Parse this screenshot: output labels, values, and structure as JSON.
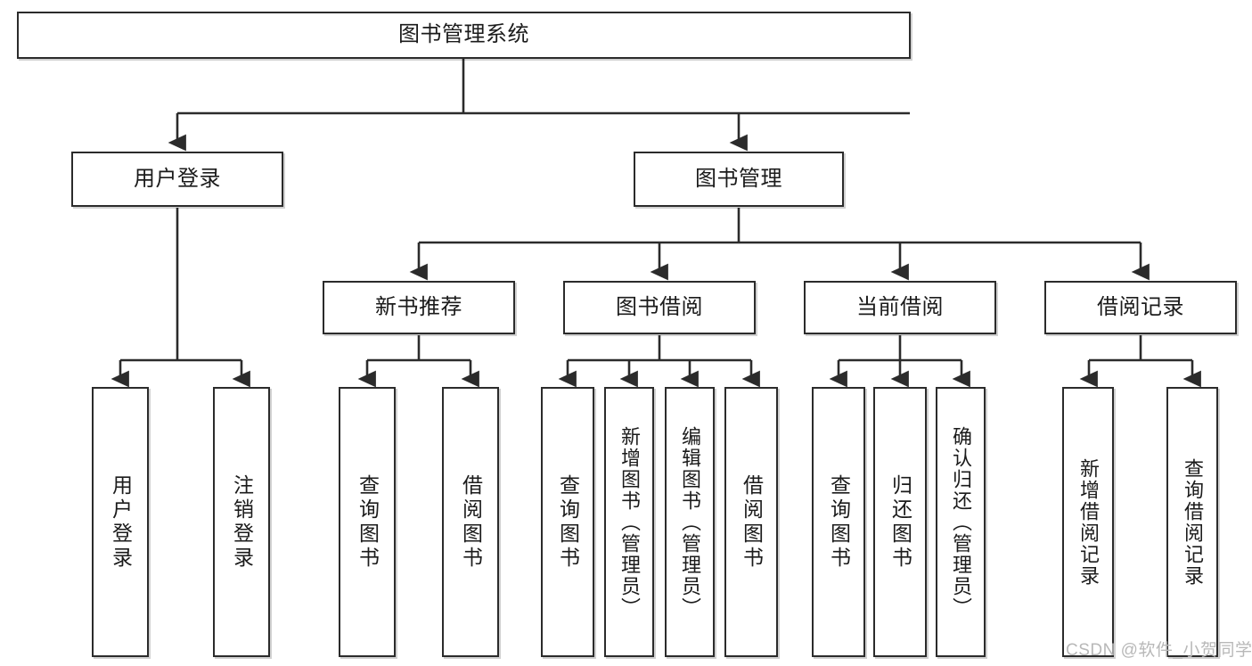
{
  "diagram": {
    "title": "图书管理系统",
    "type": "tree",
    "watermark": "CSDN @软件_小贺同学",
    "colors": {
      "stroke": "#2b2b2b",
      "fill": "#ffffff",
      "text": "#1b1b1b",
      "watermark": "#b8b8b8"
    },
    "root": {
      "label": "图书管理系统"
    },
    "level2": [
      {
        "label": "用户登录"
      },
      {
        "label": "图书管理"
      }
    ],
    "level3": [
      {
        "label": "新书推荐"
      },
      {
        "label": "图书借阅"
      },
      {
        "label": "当前借阅"
      },
      {
        "label": "借阅记录"
      }
    ],
    "leaves": {
      "user_login": [
        {
          "label": "用户登录"
        },
        {
          "label": "注销登录"
        }
      ],
      "new_book_recommend": [
        {
          "label": "查询图书"
        },
        {
          "label": "借阅图书"
        }
      ],
      "book_borrow": [
        {
          "label": "查询图书"
        },
        {
          "label": "新增图书（管理员）"
        },
        {
          "label": "编辑图书（管理员）"
        },
        {
          "label": "借阅图书"
        }
      ],
      "current_borrow": [
        {
          "label": "查询图书"
        },
        {
          "label": "归还图书"
        },
        {
          "label": "确认归还（管理员）"
        }
      ],
      "borrow_record": [
        {
          "label": "新增借阅记录"
        },
        {
          "label": "查询借阅记录"
        }
      ]
    }
  }
}
